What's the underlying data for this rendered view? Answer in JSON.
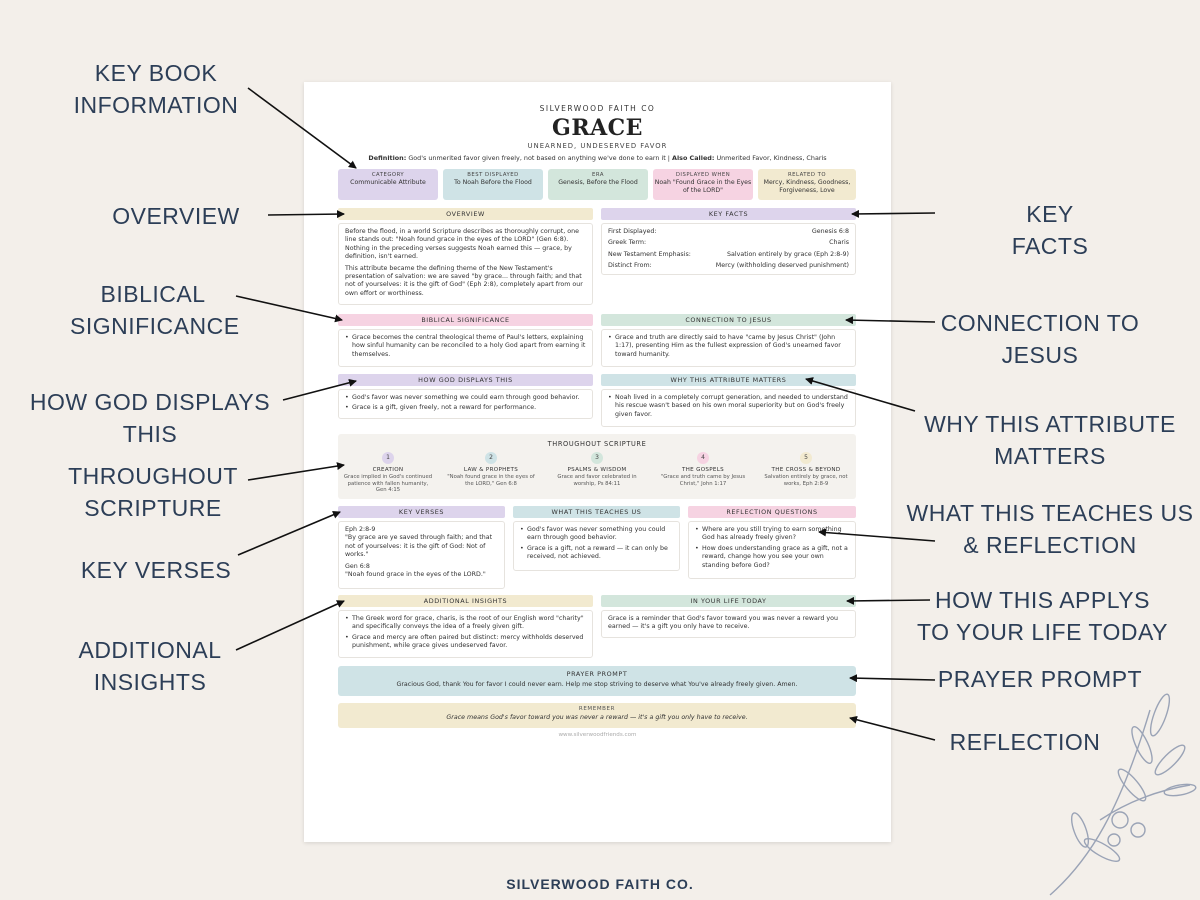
{
  "callouts": {
    "key_book_info": "KEY BOOK\nINFORMATION",
    "overview": "OVERVIEW",
    "biblical_significance": "BIBLICAL\nSIGNIFICANCE",
    "how_god_displays": "HOW GOD DISPLAYS\nTHIS",
    "throughout_scripture": "THROUGHOUT\nSCRIPTURE",
    "key_verses": "KEY VERSES",
    "additional_insights": "ADDITIONAL\nINSIGHTS",
    "key_facts": "KEY FACTS",
    "connection_to_jesus": "CONNECTION TO\nJESUS",
    "why_matters": "WHY THIS ATTRIBUTE\nMATTERS",
    "teaches_reflection": "WHAT THIS TEACHES US\n& REFLECTION",
    "applies_life": "HOW THIS APPLYS\nTO YOUR LIFE TODAY",
    "prayer_prompt": "PRAYER PROMPT",
    "reflection": "REFLECTION"
  },
  "footer_brand": "SILVERWOOD FAITH CO.",
  "page": {
    "brand": "SILVERWOOD FAITH CO",
    "title": "GRACE",
    "subtitle": "UNEARNED, UNDESERVED FAVOR",
    "definition_label": "Definition:",
    "definition": "God's unmerited favor given freely, not based on anything we've done to earn it",
    "separator": "|",
    "also_called_label": "Also Called:",
    "also_called": "Unmerited Favor, Kindness, Charis",
    "info_boxes": [
      {
        "label": "CATEGORY",
        "value": "Communicable Attribute",
        "color": "#ddd4ec"
      },
      {
        "label": "BEST DISPLAYED",
        "value": "To Noah Before the Flood",
        "color": "#cfe3e6"
      },
      {
        "label": "ERA",
        "value": "Genesis, Before the Flood",
        "color": "#d3e6dc"
      },
      {
        "label": "DISPLAYED WHEN",
        "value": "Noah \"Found Grace in the Eyes of the LORD\"",
        "color": "#f6d3e2"
      },
      {
        "label": "RELATED TO",
        "value": "Mercy, Kindness, Goodness, Forgiveness, Love",
        "color": "#f2ead0"
      }
    ],
    "overview": {
      "heading": "OVERVIEW",
      "p1": "Before the flood, in a world Scripture describes as thoroughly corrupt, one line stands out: \"Noah found grace in the eyes of the LORD\" (Gen 6:8). Nothing in the preceding verses suggests Noah earned this — grace, by definition, isn't earned.",
      "p2": "This attribute became the defining theme of the New Testament's presentation of salvation: we are saved \"by grace... through faith; and that not of yourselves: it is the gift of God\" (Eph 2:8), completely apart from our own effort or worthiness."
    },
    "key_facts": {
      "heading": "KEY FACTS",
      "rows": [
        {
          "label": "First Displayed:",
          "value": "Genesis 6:8"
        },
        {
          "label": "Greek Term:",
          "value": "Charis"
        },
        {
          "label": "New Testament Emphasis:",
          "value": "Salvation entirely by grace (Eph 2:8-9)"
        },
        {
          "label": "Distinct From:",
          "value": "Mercy (withholding deserved punishment)"
        }
      ]
    },
    "biblical_significance": {
      "heading": "BIBLICAL SIGNIFICANCE",
      "items": [
        "Grace becomes the central theological theme of Paul's letters, explaining how sinful humanity can be reconciled to a holy God apart from earning it themselves."
      ]
    },
    "connection_to_jesus": {
      "heading": "CONNECTION TO JESUS",
      "items": [
        "Grace and truth are directly said to have \"came by Jesus Christ\" (John 1:17), presenting Him as the fullest expression of God's unearned favor toward humanity."
      ]
    },
    "how_god_displays": {
      "heading": "HOW GOD DISPLAYS THIS",
      "items": [
        "God's favor was never something we could earn through good behavior.",
        "Grace is a gift, given freely, not a reward for performance."
      ]
    },
    "why_matters": {
      "heading": "WHY THIS ATTRIBUTE MATTERS",
      "items": [
        "Noah lived in a completely corrupt generation, and needed to understand his rescue wasn't based on his own moral superiority but on God's freely given favor."
      ]
    },
    "throughout_scripture": {
      "heading": "THROUGHOUT SCRIPTURE",
      "stages": [
        {
          "num": "1",
          "title": "CREATION",
          "desc": "Grace implied in God's continued patience with fallen humanity, Gen 4:15",
          "color": "#ddd4ec"
        },
        {
          "num": "2",
          "title": "LAW & PROPHETS",
          "desc": "\"Noah found grace in the eyes of the LORD,\" Gen 6:8",
          "color": "#cfe3e6"
        },
        {
          "num": "3",
          "title": "PSALMS & WISDOM",
          "desc": "Grace and favor celebrated in worship, Ps 84:11",
          "color": "#d3e6dc"
        },
        {
          "num": "4",
          "title": "THE GOSPELS",
          "desc": "\"Grace and truth came by Jesus Christ,\" John 1:17",
          "color": "#f6d3e2"
        },
        {
          "num": "5",
          "title": "THE CROSS & BEYOND",
          "desc": "Salvation entirely by grace, not works, Eph 2:8-9",
          "color": "#f2ead0"
        }
      ]
    },
    "key_verses": {
      "heading": "KEY VERSES",
      "v1_ref": "Eph 2:8-9",
      "v1_text": "\"By grace are ye saved through faith; and that not of yourselves: it is the gift of God: Not of works.\"",
      "v2_ref": "Gen 6:8",
      "v2_text": "\"Noah found grace in the eyes of the LORD.\""
    },
    "what_teaches": {
      "heading": "WHAT THIS TEACHES US",
      "items": [
        "God's favor was never something you could earn through good behavior.",
        "Grace is a gift, not a reward — it can only be received, not achieved."
      ]
    },
    "reflection_questions": {
      "heading": "REFLECTION QUESTIONS",
      "items": [
        "Where are you still trying to earn something God has already freely given?",
        "How does understanding grace as a gift, not a reward, change how you see your own standing before God?"
      ]
    },
    "additional_insights": {
      "heading": "ADDITIONAL INSIGHTS",
      "items": [
        "The Greek word for grace, charis, is the root of our English word \"charity\" and specifically conveys the idea of a freely given gift.",
        "Grace and mercy are often paired but distinct: mercy withholds deserved punishment, while grace gives undeserved favor."
      ]
    },
    "in_your_life": {
      "heading": "IN YOUR LIFE TODAY",
      "text": "Grace is a reminder that God's favor toward you was never a reward you earned — it's a gift you only have to receive."
    },
    "prayer": {
      "heading": "PRAYER PROMPT",
      "text": "Gracious God, thank You for favor I could never earn. Help me stop striving to deserve what You've already freely given. Amen."
    },
    "remember": {
      "heading": "REMEMBER",
      "text": "Grace means God's favor toward you was never a reward — it's a gift you only have to receive."
    },
    "website": "www.silverwoodfriends.com"
  },
  "colors": {
    "purple": "#ddd4ec",
    "blue": "#cfe3e6",
    "green": "#d3e6dc",
    "pink": "#f6d3e2",
    "yellow": "#f2ead0",
    "label_text": "#2c3e57",
    "background": "#f3efea"
  },
  "icons": [
    "arrow-icon",
    "olive-branch-icon"
  ]
}
